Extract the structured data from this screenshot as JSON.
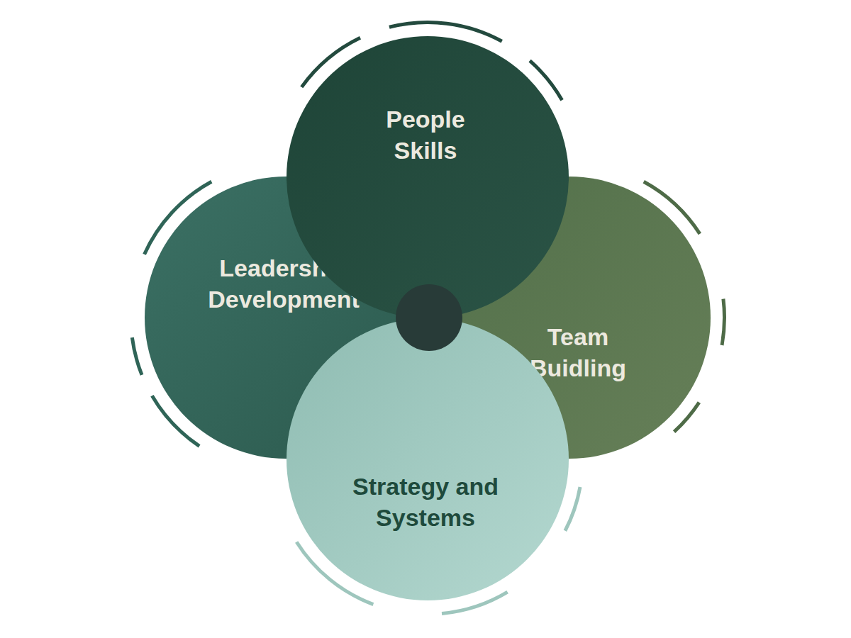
{
  "diagram": {
    "nodes": [
      {
        "text": [
          "People Skills"
        ]
      },
      {
        "text": [
          "Leadership Development"
        ]
      },
      {
        "text": [
          "Team Buidling"
        ]
      },
      {
        "text": [
          "Strategy and Systems"
        ]
      }
    ]
  }
}
